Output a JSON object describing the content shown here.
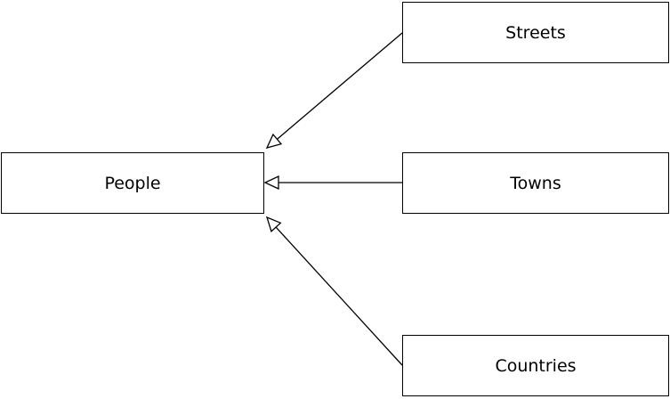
{
  "diagram": {
    "type": "class-hierarchy",
    "nodes": [
      {
        "id": "people",
        "label": "People"
      },
      {
        "id": "streets",
        "label": "Streets"
      },
      {
        "id": "towns",
        "label": "Towns"
      },
      {
        "id": "countries",
        "label": "Countries"
      }
    ],
    "edges": [
      {
        "from": "streets",
        "to": "people",
        "type": "generalization",
        "arrowhead": "hollow-triangle"
      },
      {
        "from": "towns",
        "to": "people",
        "type": "generalization",
        "arrowhead": "hollow-triangle"
      },
      {
        "from": "countries",
        "to": "people",
        "type": "generalization",
        "arrowhead": "hollow-triangle"
      }
    ],
    "colors": {
      "line": "#000000",
      "box_border": "#000000",
      "box_fill": "#ffffff",
      "background": "#ffffff"
    }
  }
}
